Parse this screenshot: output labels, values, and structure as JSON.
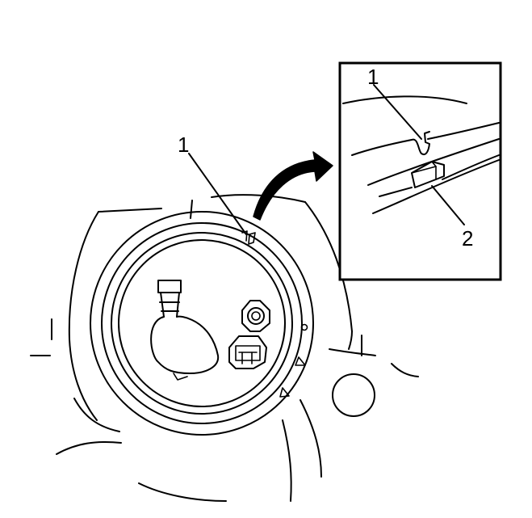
{
  "main_view": {
    "callout_1": "1"
  },
  "detail_view": {
    "callout_1": "1",
    "callout_2": "2"
  }
}
